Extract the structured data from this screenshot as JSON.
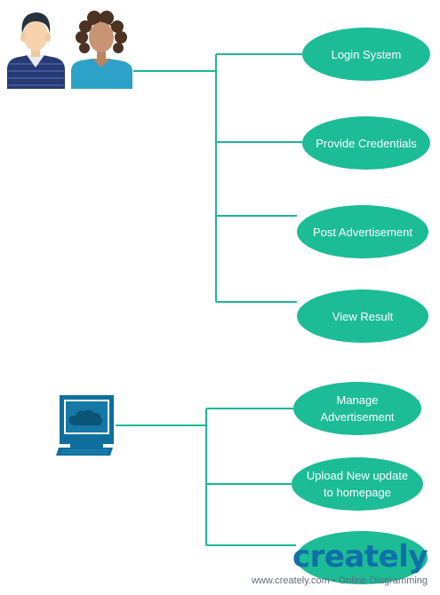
{
  "diagram": {
    "colors": {
      "connector": "#1db896",
      "usecase_fill": "#1cbc96",
      "usecase_text": "#ffffff",
      "computer": "#0f6f9c"
    },
    "actors": [
      {
        "id": "users",
        "icon": "two-users-icon"
      },
      {
        "id": "admin",
        "icon": "computer-terminal-icon"
      }
    ],
    "use_cases": [
      {
        "id": "login",
        "label": "Login System"
      },
      {
        "id": "credentials",
        "label": "Provide Credentials"
      },
      {
        "id": "post",
        "label": "Post Advertisement"
      },
      {
        "id": "view",
        "label": "View Result"
      },
      {
        "id": "manage",
        "label": "Manage\nAdvertisement"
      },
      {
        "id": "upload",
        "label": "Upload New update\nto homepage"
      },
      {
        "id": "extra",
        "label": ""
      }
    ]
  },
  "watermark": {
    "logo": "creately",
    "tagline": "www.creately.com • Online Diagramming"
  }
}
